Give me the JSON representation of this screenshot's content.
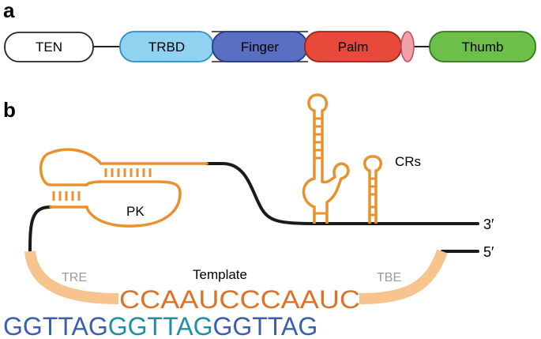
{
  "panel_a": {
    "label": "a",
    "domains": [
      {
        "name": "TEN",
        "fill": "#ffffff",
        "stroke": "#222222",
        "text_color": "#000000"
      },
      {
        "name": "TRBD",
        "fill": "#8fd3f0",
        "stroke": "#2a8fc0",
        "text_color": "#000000"
      },
      {
        "name": "Finger",
        "fill": "#5b6fc2",
        "stroke": "#223a8a",
        "text_color": "#000000"
      },
      {
        "name": "Palm",
        "fill": "#e8493a",
        "stroke": "#9a2318",
        "text_color": "#000000"
      },
      {
        "name": "",
        "fill": "#f0a0a8",
        "stroke": "#c05060",
        "text_color": "#000000"
      },
      {
        "name": "Thumb",
        "fill": "#6cc04a",
        "stroke": "#2f7a1e",
        "text_color": "#000000"
      }
    ]
  },
  "panel_b": {
    "label": "b",
    "pk_label": "PK",
    "crs_label": "CRs",
    "three_prime": "3′",
    "five_prime": "5′",
    "tre_label": "TRE",
    "tbe_label": "TBE",
    "template_label": "Template",
    "template_seq": "CCAAUCCCAAUC",
    "dna_seq_part1": "GGTTAG",
    "dna_seq_part2": "GGTTAG",
    "dna_seq_part3": "GGTTAG",
    "colors": {
      "rna_orange": "#e8922e",
      "boundary_peach": "#f7c48e",
      "template_text": "#d9742a",
      "dna_blue": "#3a5fb0",
      "dna_teal": "#1f8fa6",
      "line_black": "#1a1a1a",
      "gray_text": "#9a9a9a"
    }
  }
}
